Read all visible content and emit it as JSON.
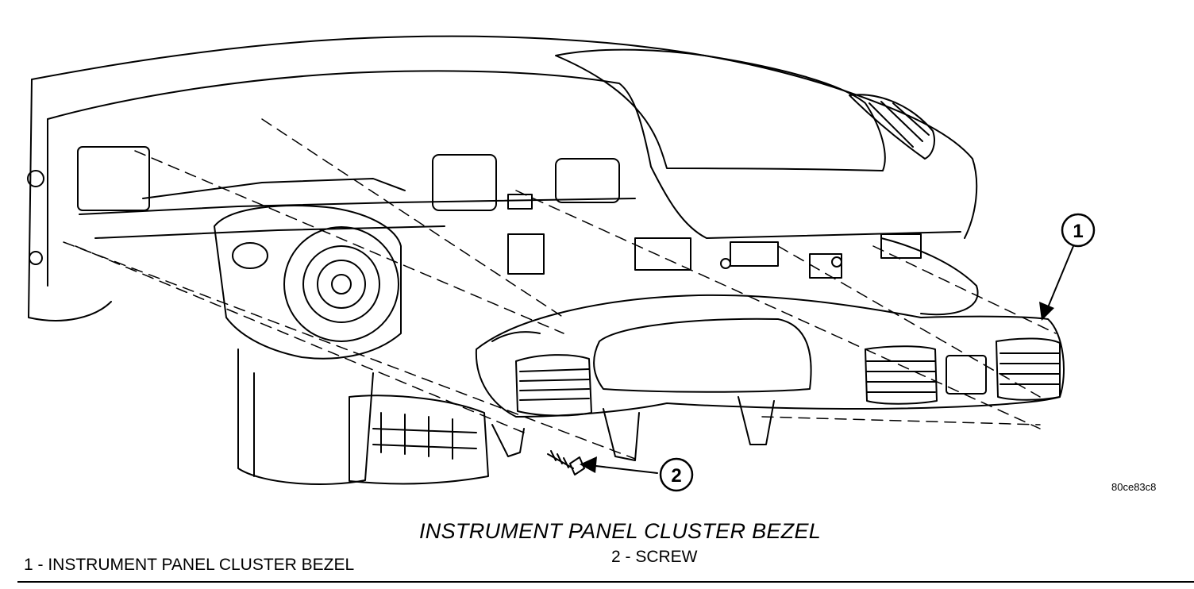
{
  "figure": {
    "code": "80ce83c8",
    "title": "INSTRUMENT PANEL CLUSTER BEZEL",
    "callouts": [
      {
        "number": "1",
        "legend": "1 - INSTRUMENT PANEL CLUSTER BEZEL"
      },
      {
        "number": "2",
        "legend": "2 - SCREW"
      }
    ]
  },
  "colors": {
    "line": "#000000",
    "background": "#ffffff"
  }
}
